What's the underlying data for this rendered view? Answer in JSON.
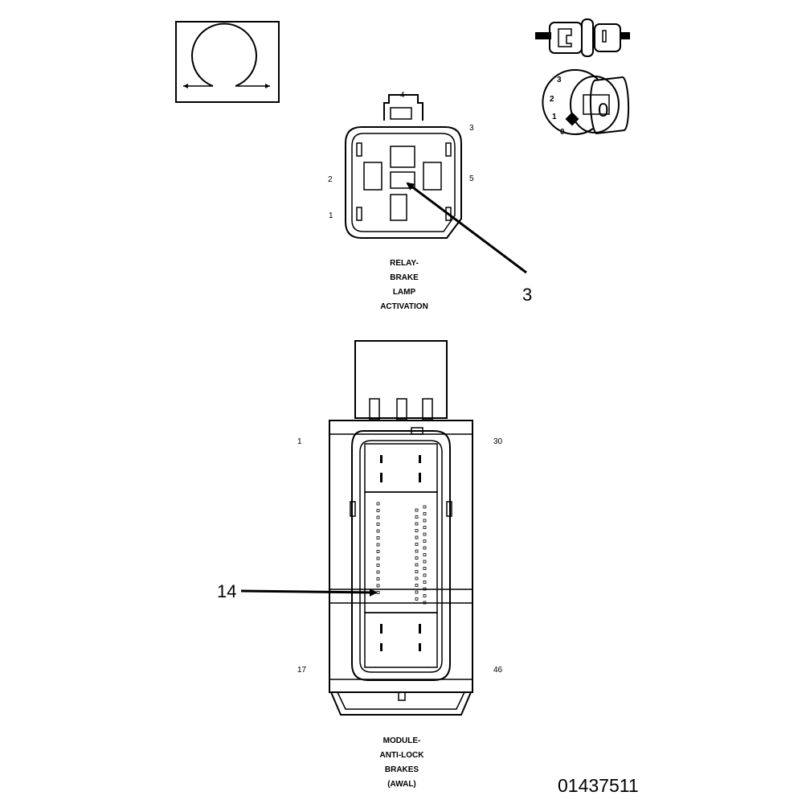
{
  "icons": {
    "ohmmeter": "ohm-symbol-icon",
    "connector_probe": "connector-probe-icon",
    "ignition_key": "ignition-key-icon"
  },
  "ignition": {
    "positions": [
      "3",
      "2",
      "1",
      "0"
    ],
    "key_label": "0"
  },
  "relay": {
    "pins": [
      "1",
      "2",
      "3",
      "4",
      "5"
    ],
    "caption": [
      "RELAY-",
      "BRAKE",
      "LAMP",
      "ACTIVATION"
    ],
    "callout": "3"
  },
  "module": {
    "pins": [
      "1",
      "30",
      "17",
      "46"
    ],
    "caption": [
      "MODULE-",
      "ANTI-LOCK",
      "BRAKES",
      "(AWAL)"
    ],
    "callout": "14"
  },
  "figure_id": "01437511"
}
